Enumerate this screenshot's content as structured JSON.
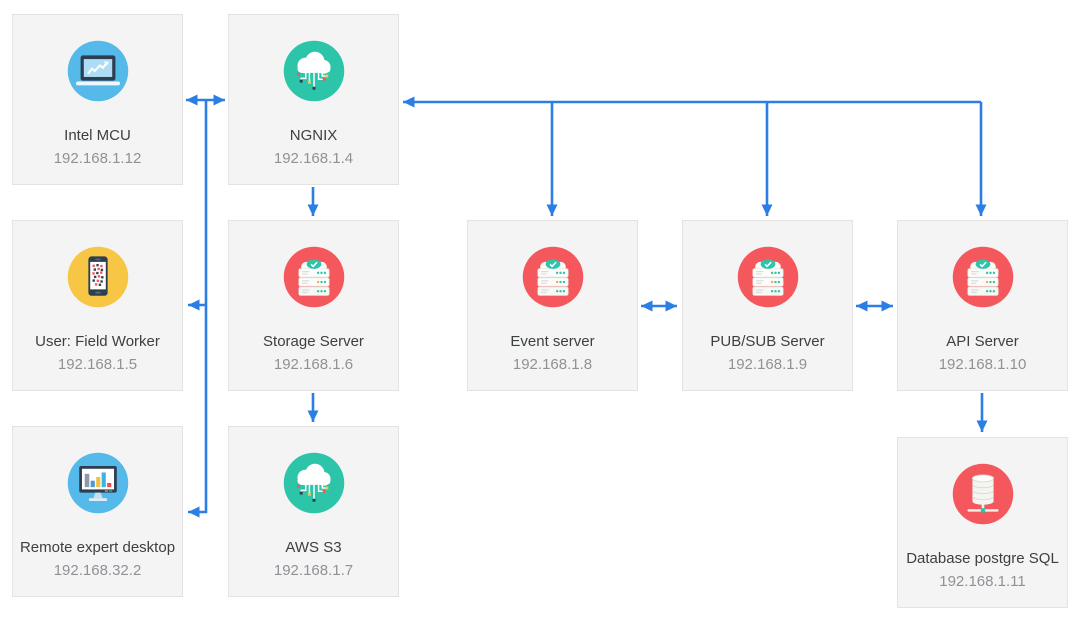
{
  "diagram": {
    "nodes": [
      {
        "id": "intel-mcu",
        "label": "Intel MCU",
        "ip": "192.168.1.12",
        "icon": "laptop-chart-icon"
      },
      {
        "id": "ngnix",
        "label": "NGNIX",
        "ip": "192.168.1.4",
        "icon": "cloud-network-icon"
      },
      {
        "id": "field-worker",
        "label": "User: Field Worker",
        "ip": "192.168.1.5",
        "icon": "phone-qr-icon"
      },
      {
        "id": "storage-server",
        "label": "Storage Server",
        "ip": "192.168.1.6",
        "icon": "server-stack-icon"
      },
      {
        "id": "event-server",
        "label": "Event server",
        "ip": "192.168.1.8",
        "icon": "server-stack-icon"
      },
      {
        "id": "pubsub-server",
        "label": "PUB/SUB Server",
        "ip": "192.168.1.9",
        "icon": "server-stack-icon"
      },
      {
        "id": "api-server",
        "label": "API Server",
        "ip": "192.168.1.10",
        "icon": "server-stack-icon"
      },
      {
        "id": "remote-expert",
        "label": "Remote expert desktop",
        "ip": "192.168.32.2",
        "icon": "monitor-chart-icon"
      },
      {
        "id": "aws-s3",
        "label": "AWS S3",
        "ip": "192.168.1.7",
        "icon": "cloud-network-icon"
      },
      {
        "id": "database",
        "label": "Database postgre SQL",
        "ip": "192.168.1.11",
        "icon": "database-icon"
      }
    ],
    "edges": [
      {
        "from": "intel-mcu",
        "to": "ngnix",
        "type": "bidirectional"
      },
      {
        "from": "ngnix",
        "to": "field-worker",
        "type": "one-way"
      },
      {
        "from": "ngnix",
        "to": "remote-expert",
        "type": "one-way"
      },
      {
        "from": "ngnix",
        "to": "storage-server",
        "type": "one-way"
      },
      {
        "from": "storage-server",
        "to": "aws-s3",
        "type": "one-way"
      },
      {
        "from": "right-backbone",
        "to": "ngnix",
        "type": "one-way"
      },
      {
        "from": "right-backbone",
        "to": "event-server",
        "type": "one-way"
      },
      {
        "from": "right-backbone",
        "to": "pubsub-server",
        "type": "one-way"
      },
      {
        "from": "right-backbone",
        "to": "api-server",
        "type": "one-way"
      },
      {
        "from": "event-server",
        "to": "pubsub-server",
        "type": "bidirectional"
      },
      {
        "from": "pubsub-server",
        "to": "api-server",
        "type": "bidirectional"
      },
      {
        "from": "api-server",
        "to": "database",
        "type": "one-way"
      }
    ],
    "colors": {
      "arrow": "#2b7fe4",
      "node_bg": "#f4f4f4",
      "node_border": "#e3e3e3",
      "label": "#3c4043",
      "ip": "#8e9296",
      "teal": "#2cc5a9",
      "light_blue": "#55b9e9",
      "yellow": "#f6c644",
      "red": "#f4575c",
      "navy": "#2d3e50"
    }
  }
}
